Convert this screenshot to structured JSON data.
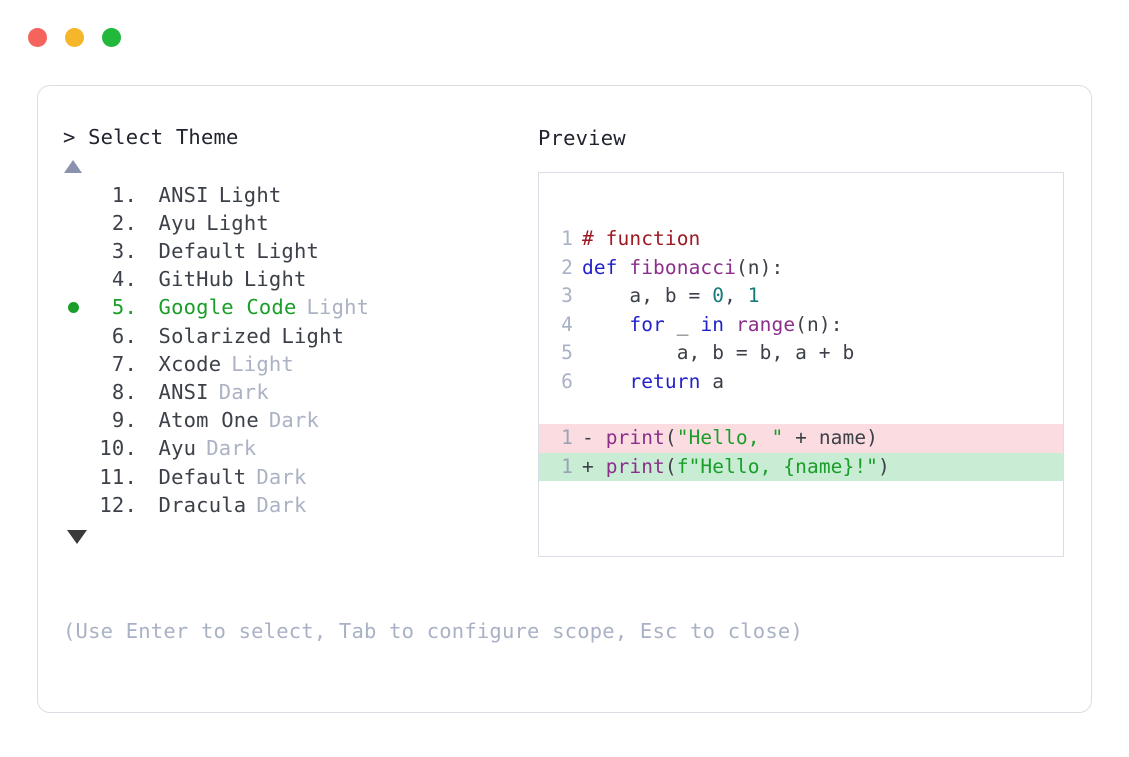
{
  "window": {
    "dots": [
      {
        "name": "close",
        "color": "#f4635c"
      },
      {
        "name": "minimize",
        "color": "#f5b62a"
      },
      {
        "name": "maximize",
        "color": "#22b83c"
      }
    ]
  },
  "left_panel": {
    "prompt": "> Select Theme",
    "scroll_up_icon": "triangle-up-icon",
    "scroll_down_icon": "triangle-down-icon",
    "selected_index": 5,
    "selected_color": "#1a9e29",
    "items": [
      {
        "num": " 1.",
        "name": "ANSI",
        "variant": "Light",
        "variant_muted": false,
        "selected": false
      },
      {
        "num": " 2.",
        "name": "Ayu",
        "variant": "Light",
        "variant_muted": false,
        "selected": false
      },
      {
        "num": " 3.",
        "name": "Default",
        "variant": "Light",
        "variant_muted": false,
        "selected": false
      },
      {
        "num": " 4.",
        "name": "GitHub",
        "variant": "Light",
        "variant_muted": false,
        "selected": false
      },
      {
        "num": " 5.",
        "name": "Google Code",
        "variant": "Light",
        "variant_muted": true,
        "selected": true
      },
      {
        "num": " 6.",
        "name": "Solarized",
        "variant": "Light",
        "variant_muted": false,
        "selected": false
      },
      {
        "num": " 7.",
        "name": "Xcode",
        "variant": "Light",
        "variant_muted": true,
        "selected": false
      },
      {
        "num": " 8.",
        "name": "ANSI",
        "variant": "Dark",
        "variant_muted": true,
        "selected": false
      },
      {
        "num": " 9.",
        "name": "Atom One",
        "variant": "Dark",
        "variant_muted": true,
        "selected": false
      },
      {
        "num": "10.",
        "name": "Ayu",
        "variant": "Dark",
        "variant_muted": true,
        "selected": false
      },
      {
        "num": "11.",
        "name": "Default",
        "variant": "Dark",
        "variant_muted": true,
        "selected": false
      },
      {
        "num": "12.",
        "name": "Dracula",
        "variant": "Dark",
        "variant_muted": true,
        "selected": false
      }
    ],
    "footer_hint": "(Use Enter to select, Tab to configure scope, Esc to close)"
  },
  "right_panel": {
    "label": "Preview",
    "code_lines": [
      {
        "ln": "1",
        "tokens": [
          {
            "t": "# function",
            "c": "comment"
          }
        ]
      },
      {
        "ln": "2",
        "tokens": [
          {
            "t": "def ",
            "c": "kw"
          },
          {
            "t": "fibonacci",
            "c": "fn"
          },
          {
            "t": "(n):",
            "c": "plain"
          }
        ]
      },
      {
        "ln": "3",
        "tokens": [
          {
            "t": "    a, b = ",
            "c": "plain"
          },
          {
            "t": "0",
            "c": "num"
          },
          {
            "t": ", ",
            "c": "plain"
          },
          {
            "t": "1",
            "c": "num"
          }
        ]
      },
      {
        "ln": "4",
        "tokens": [
          {
            "t": "    ",
            "c": "plain"
          },
          {
            "t": "for",
            "c": "kw"
          },
          {
            "t": " _ ",
            "c": "plain"
          },
          {
            "t": "in",
            "c": "kw"
          },
          {
            "t": " ",
            "c": "plain"
          },
          {
            "t": "range",
            "c": "fn"
          },
          {
            "t": "(n):",
            "c": "plain"
          }
        ]
      },
      {
        "ln": "5",
        "tokens": [
          {
            "t": "        a, b = b, a + b",
            "c": "plain"
          }
        ]
      },
      {
        "ln": "6",
        "tokens": [
          {
            "t": "    ",
            "c": "plain"
          },
          {
            "t": "return",
            "c": "kw"
          },
          {
            "t": " a",
            "c": "plain"
          }
        ]
      }
    ],
    "diff_lines": [
      {
        "ln": "1",
        "kind": "del",
        "sign": "- ",
        "tokens": [
          {
            "t": "print",
            "c": "fn"
          },
          {
            "t": "(",
            "c": "plain"
          },
          {
            "t": "\"Hello, \"",
            "c": "str"
          },
          {
            "t": " + name)",
            "c": "plain"
          }
        ]
      },
      {
        "ln": "1",
        "kind": "add",
        "sign": "+ ",
        "tokens": [
          {
            "t": "print",
            "c": "fn"
          },
          {
            "t": "(",
            "c": "plain"
          },
          {
            "t": "f\"Hello, {name}!\"",
            "c": "str"
          },
          {
            "t": ")",
            "c": "plain"
          }
        ]
      }
    ],
    "diff_colors": {
      "deleted_bg": "#fbdde1",
      "added_bg": "#c9ecd4"
    }
  }
}
